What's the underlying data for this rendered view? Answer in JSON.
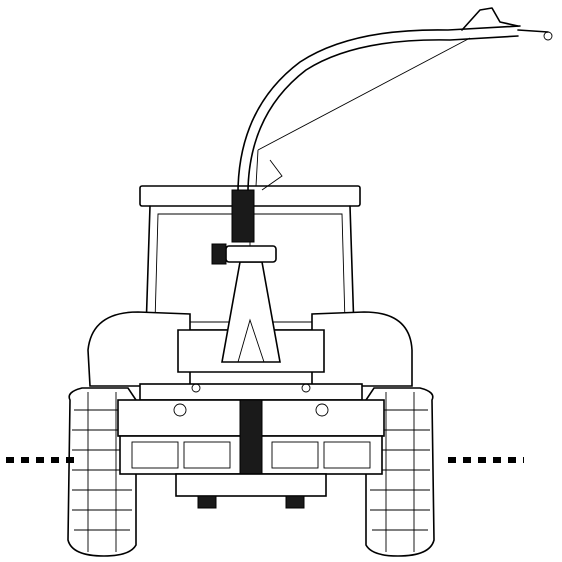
{
  "figure": {
    "subject": "tractor-with-rear-mounted-implement-and-boom",
    "view": "rear",
    "colors": {
      "line": "#000000",
      "background": "#ffffff"
    },
    "reference_line_style": "dotted"
  }
}
